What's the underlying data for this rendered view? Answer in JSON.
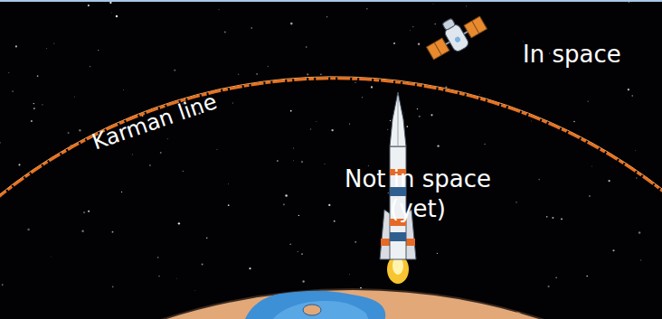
{
  "diagram": {
    "labels": [
      "Karman line",
      "In space",
      "Not in space (yet)"
    ]
  }
}
